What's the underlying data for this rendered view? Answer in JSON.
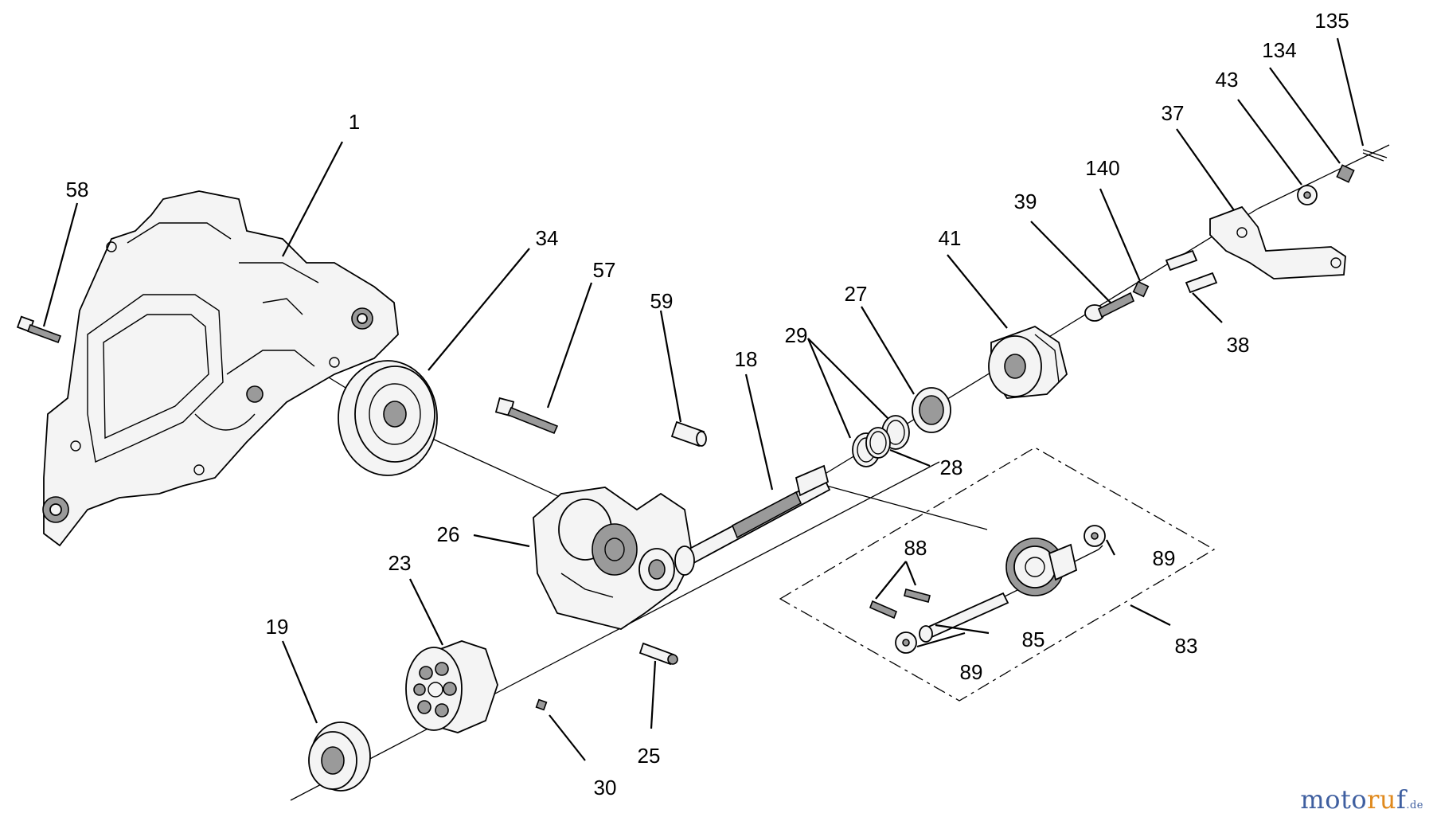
{
  "callouts": {
    "c1": "1",
    "c58": "58",
    "c34": "34",
    "c57": "57",
    "c59": "59",
    "c18": "18",
    "c29": "29",
    "c27": "27",
    "c41": "41",
    "c39": "39",
    "c140": "140",
    "c37": "37",
    "c43": "43",
    "c134": "134",
    "c135": "135",
    "c38": "38",
    "c28": "28",
    "c26": "26",
    "c23": "23",
    "c19": "19",
    "c30": "30",
    "c25": "25",
    "c88": "88",
    "c89a": "89",
    "c89b": "89",
    "c85": "85",
    "c83": "83"
  },
  "watermark": {
    "part1": "moto",
    "part2": "ru",
    "part3": "f",
    "part4": ".de"
  },
  "colors": {
    "line": "#000000",
    "fill": "#f4f4f4",
    "brand_blue": "#3f5fa0",
    "brand_orange": "#e08a1e"
  }
}
